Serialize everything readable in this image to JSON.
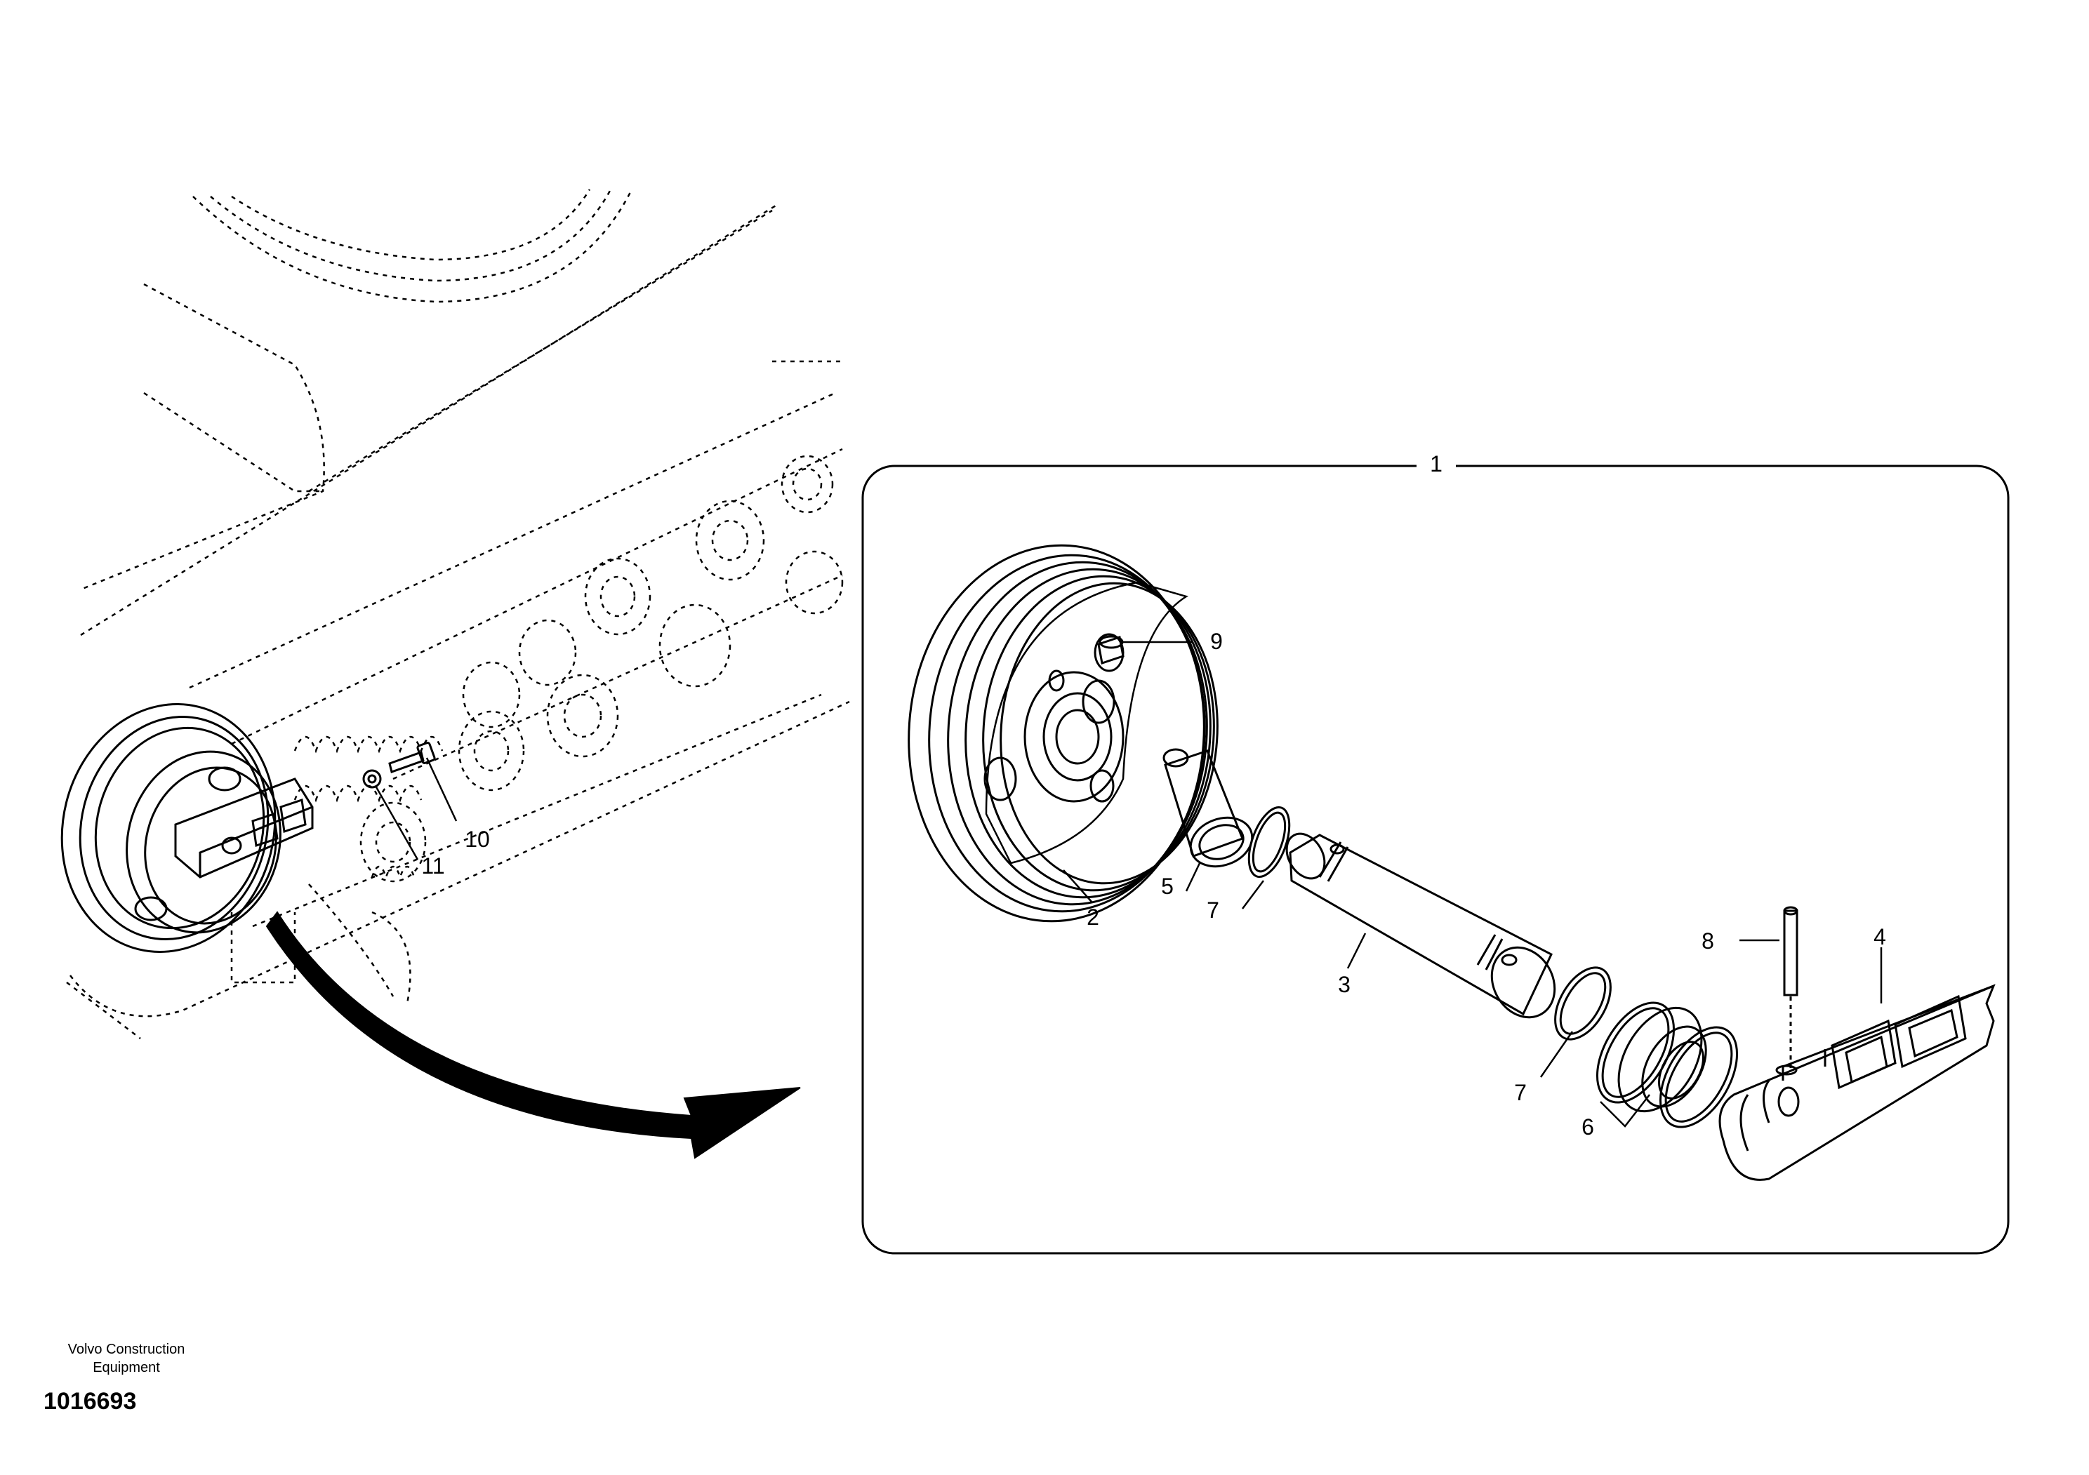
{
  "drawing": {
    "callouts": [
      "1",
      "2",
      "3",
      "4",
      "5",
      "6",
      "7",
      "7",
      "8",
      "9",
      "10",
      "11"
    ]
  },
  "footer": {
    "company_line1": "Volvo Construction",
    "company_line2": "Equipment",
    "document_number": "1016693"
  },
  "colors": {
    "line": "#000000",
    "background": "#ffffff"
  }
}
